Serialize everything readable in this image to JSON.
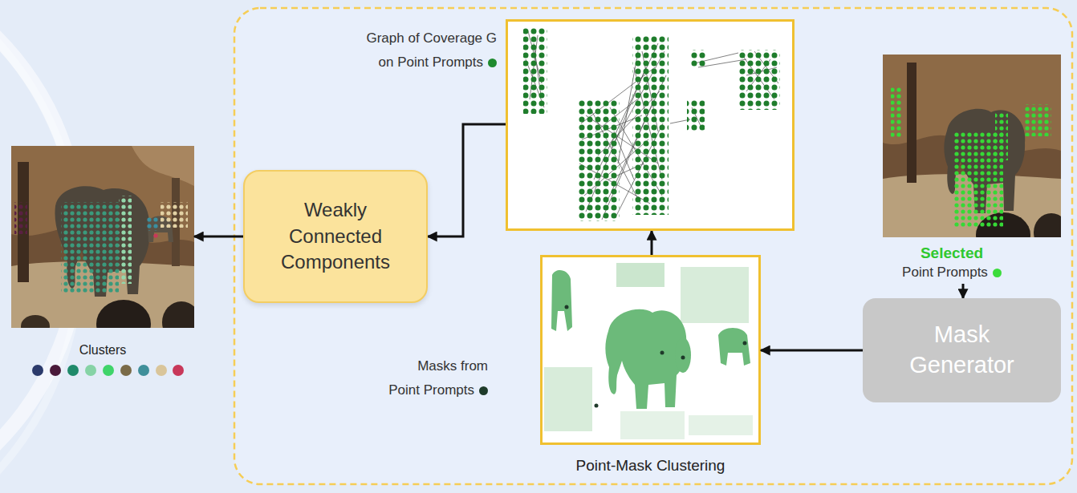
{
  "diagram": {
    "nodes": [
      {
        "text": [
          "Clusters"
        ]
      },
      {
        "text": [
          "Graph of Coverage G on Point Prompts"
        ]
      },
      {
        "text": [
          "Selected",
          "Point Prompts"
        ]
      },
      {
        "text": [
          "Weakly Connected Components"
        ]
      },
      {
        "text": [
          "Mask Generator"
        ]
      },
      {
        "text": [
          "Point-Mask Clustering"
        ]
      }
    ],
    "edges": [
      {
        "from": 2,
        "to": 4,
        "arrow": "to"
      },
      {
        "from": 4,
        "to": 5,
        "arrow": "to"
      },
      {
        "from": 5,
        "to": 1,
        "arrow": "to"
      },
      {
        "from": 1,
        "to": 3,
        "arrow": "to"
      },
      {
        "from": 3,
        "to": 0,
        "arrow": "to"
      }
    ],
    "labels": [
      "Masks from Point Prompts"
    ]
  }
}
